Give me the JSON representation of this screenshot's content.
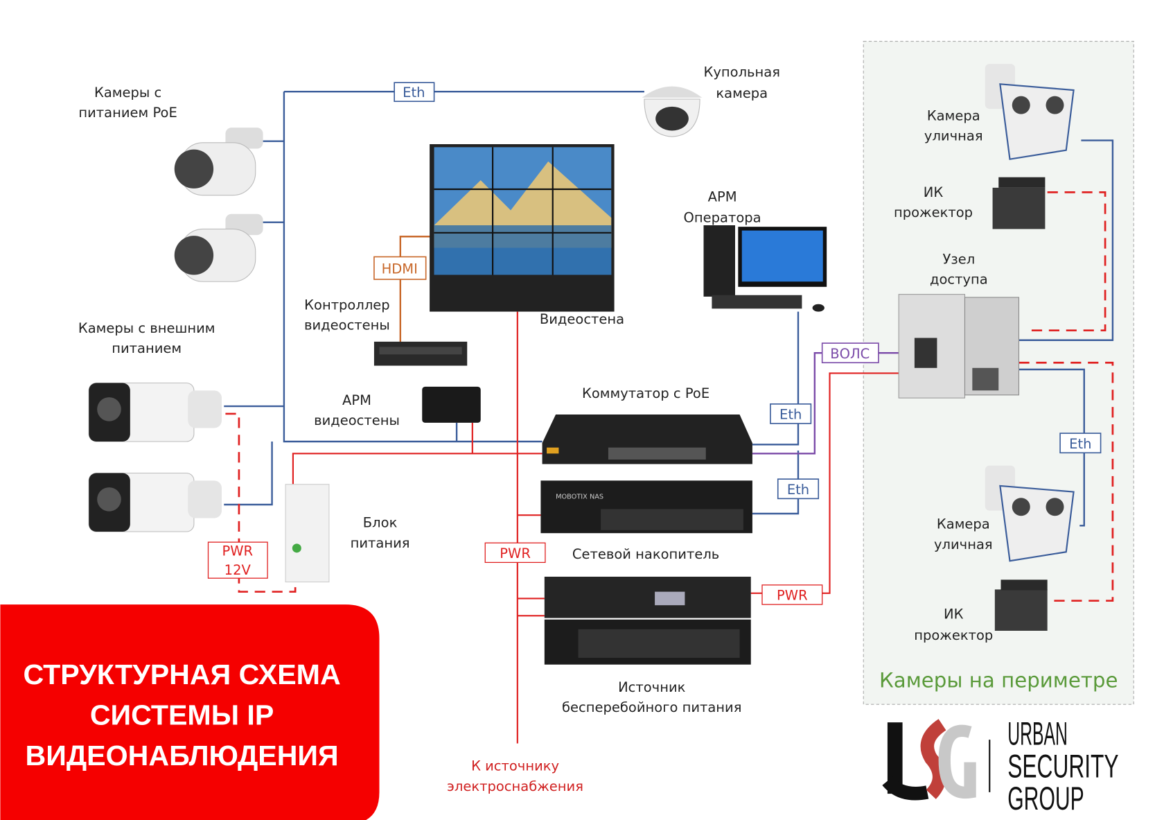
{
  "labels": {
    "poe_cameras": [
      "Камеры с",
      "питанием PoE"
    ],
    "ext_cameras": [
      "Камеры с внешним",
      "питанием"
    ],
    "dome_camera": [
      "Купольная",
      "камера"
    ],
    "video_wall": "Видеостена",
    "wall_controller": [
      "Контроллер",
      "видеостены"
    ],
    "wall_workstation": [
      "АРМ",
      "видеостены"
    ],
    "operator_workstation": [
      "АРМ",
      "Оператора"
    ],
    "poe_switch": "Коммутатор с PoE",
    "nas": "Сетевой накопитель",
    "ups": [
      "Источник",
      "бесперебойного питания"
    ],
    "power_supply": [
      "Блок",
      "питания"
    ],
    "mains": [
      "К источнику",
      "электроснабжения"
    ],
    "street_camera_1": [
      "Камера",
      "уличная"
    ],
    "ir_1": [
      "ИК",
      "прожектор"
    ],
    "access_node": [
      "Узел",
      "доступа"
    ],
    "street_camera_2": [
      "Камера",
      "уличная"
    ],
    "ir_2": [
      "ИК",
      "прожектор"
    ],
    "perimeter": "Камеры на периметре"
  },
  "tags": {
    "eth_top": "Eth",
    "hdmi": "HDMI",
    "eth_operator": "Eth",
    "eth_nas": "Eth",
    "eth_perimeter": "Eth",
    "fiber": "ВОЛС",
    "pwr_12v": [
      "PWR",
      "12V"
    ],
    "pwr_center": "PWR",
    "pwr_right": "PWR"
  },
  "title": [
    "СТРУКТУРНАЯ СХЕМА",
    "СИСТЕМЫ IP",
    "ВИДЕОНАБЛЮДЕНИЯ"
  ],
  "logo": {
    "mark": "USG",
    "lines": [
      "URBAN",
      "SECURITY",
      "GROUP"
    ]
  },
  "colors": {
    "eth": "#3a5c9a",
    "power": "#e02020",
    "fiber": "#7a4aa8",
    "hdmi": "#c8682a",
    "title_bg": "#f50000",
    "perimeter_text": "#5a9a3a"
  }
}
